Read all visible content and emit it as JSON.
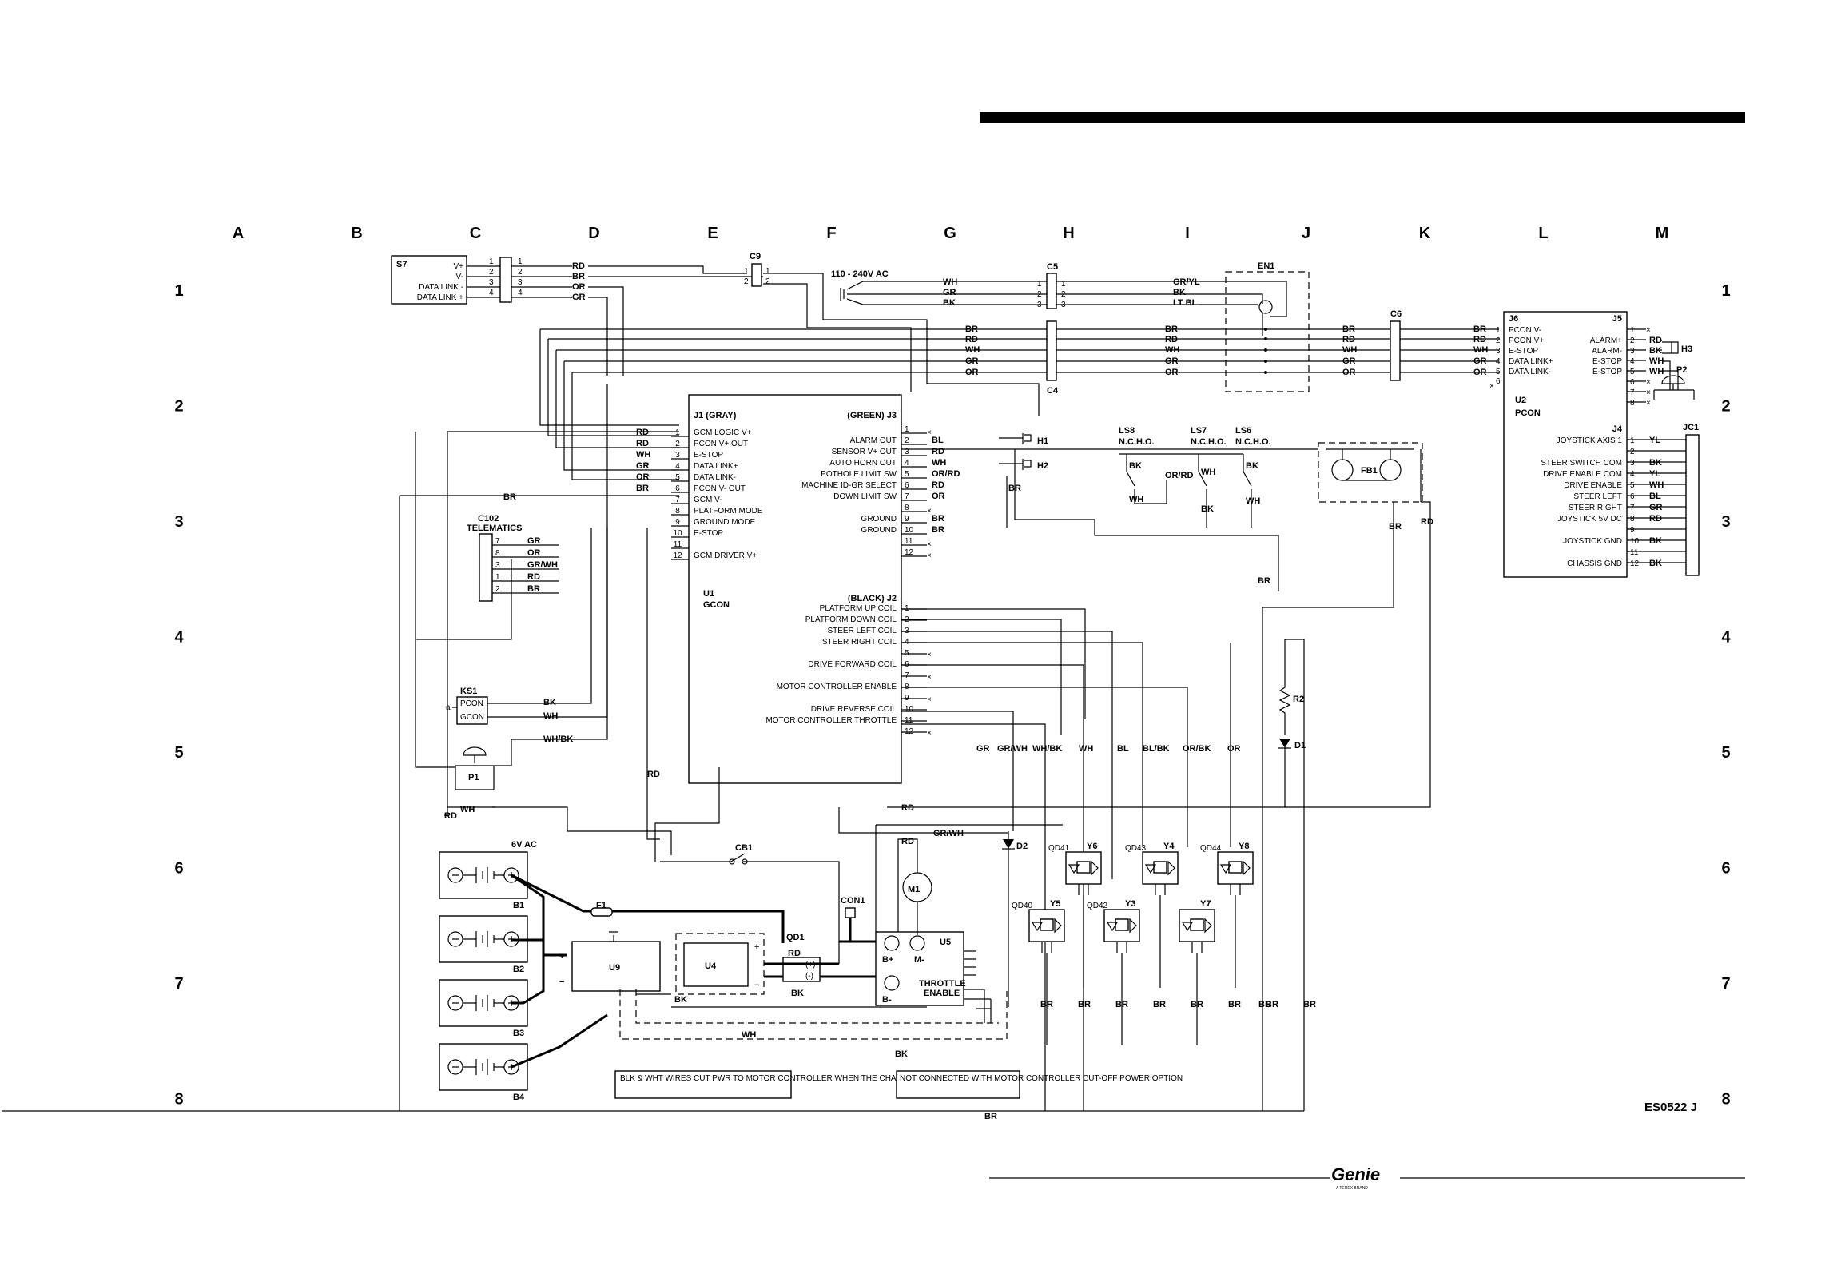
{
  "columns": [
    "A",
    "B",
    "C",
    "D",
    "E",
    "F",
    "G",
    "H",
    "I",
    "J",
    "K",
    "L",
    "M"
  ],
  "rows": [
    "1",
    "2",
    "3",
    "4",
    "5",
    "6",
    "7",
    "8"
  ],
  "drawing_number": "ES0522 J",
  "brand": {
    "name": "Genie",
    "tagline": "A TEREX BRAND"
  },
  "s7": {
    "id": "S7",
    "pins": [
      "V+",
      "V-",
      "DATA LINK -",
      "DATA LINK +"
    ]
  },
  "s7_wires": [
    "RD",
    "BR",
    "OR",
    "GR"
  ],
  "c9": {
    "id": "C9"
  },
  "ac_input": {
    "label": "110 - 240V AC",
    "wires": [
      "WH",
      "GR",
      "BK"
    ]
  },
  "c5": {
    "id": "C5"
  },
  "c5_wires_out": [
    "GR/YL",
    "BK",
    "LT BL"
  ],
  "en1": {
    "id": "EN1"
  },
  "c4": {
    "id": "C4"
  },
  "c6": {
    "id": "C6"
  },
  "bus_wires": [
    "BR",
    "RD",
    "WH",
    "GR",
    "OR"
  ],
  "u1": {
    "id": "U1",
    "name": "GCON",
    "j1": {
      "label": "J1 (GRAY)",
      "pins": [
        "GCM LOGIC V+",
        "PCON V+ OUT",
        "E-STOP",
        "DATA LINK+",
        "DATA LINK-",
        "PCON V- OUT",
        "GCM V-",
        "PLATFORM MODE",
        "GROUND MODE",
        "E-STOP",
        "",
        "GCM DRIVER V+"
      ],
      "wires": [
        "RD",
        "RD",
        "WH",
        "GR",
        "OR",
        "BR",
        "",
        "",
        "",
        "",
        "",
        ""
      ]
    },
    "j3": {
      "label": "(GREEN) J3",
      "pins": [
        "",
        "ALARM OUT",
        "SENSOR V+ OUT",
        "AUTO HORN OUT",
        "POTHOLE LIMIT SW",
        "MACHINE ID-GR SELECT",
        "DOWN LIMIT SW",
        "",
        "GROUND",
        "GROUND",
        "",
        ""
      ],
      "wires": [
        "",
        "BL",
        "RD",
        "WH",
        "OR/RD",
        "RD",
        "OR",
        "",
        "BR",
        "BR",
        "",
        ""
      ]
    },
    "j2": {
      "label": "(BLACK) J2",
      "pins": [
        "PLATFORM UP COIL",
        "PLATFORM DOWN COIL",
        "STEER LEFT COIL",
        "STEER RIGHT COIL",
        "",
        "DRIVE FORWARD COIL",
        "",
        "MOTOR CONTROLLER ENABLE",
        "",
        "DRIVE REVERSE COIL",
        "MOTOR CONTROLLER THROTTLE",
        ""
      ]
    }
  },
  "c102": {
    "id": "C102",
    "name": "TELEMATICS",
    "pins": [
      "7",
      "8",
      "3",
      "1",
      "2"
    ],
    "wires": [
      "GR",
      "OR",
      "GR/WH",
      "RD",
      "BR"
    ]
  },
  "ks1": {
    "id": "KS1",
    "pins": [
      "PCON",
      "GCON"
    ],
    "pin_a": "a",
    "wires": [
      "BK",
      "WH"
    ]
  },
  "p1": {
    "id": "P1",
    "wire": "WH/BK"
  },
  "h1": {
    "id": "H1"
  },
  "h2": {
    "id": "H2"
  },
  "ls8": {
    "id": "LS8",
    "type": "N.C.H.O."
  },
  "ls7": {
    "id": "LS7",
    "type": "N.C.H.O."
  },
  "ls6": {
    "id": "LS6",
    "type": "N.C.H.O."
  },
  "fb1": {
    "id": "FB1"
  },
  "u2": {
    "id": "U2",
    "name": "PCON",
    "j6": {
      "label": "J6",
      "pins": [
        "PCON V-",
        "PCON V+",
        "E-STOP",
        "DATA LINK+",
        "DATA LINK-"
      ]
    },
    "j5": {
      "label": "J5",
      "pins": [
        "",
        "ALARM+",
        "ALARM-",
        "E-STOP",
        "E-STOP",
        "",
        "",
        ""
      ],
      "wires": [
        "",
        "RD",
        "BK",
        "WH",
        "WH",
        "",
        "",
        ""
      ]
    },
    "j4": {
      "label": "J4",
      "pins": [
        "JOYSTICK AXIS 1",
        "",
        "STEER SWITCH COM",
        "DRIVE ENABLE COM",
        "DRIVE ENABLE",
        "STEER LEFT",
        "STEER RIGHT",
        "JOYSTICK 5V DC",
        "",
        "JOYSTICK GND",
        "",
        "CHASSIS GND"
      ],
      "wires": [
        "YL",
        "",
        "BK",
        "YL",
        "WH",
        "BL",
        "GR",
        "RD",
        "",
        "BK",
        "",
        "BK"
      ]
    }
  },
  "jc1": {
    "id": "JC1"
  },
  "h3": {
    "id": "H3"
  },
  "p2": {
    "id": "P2"
  },
  "r2": {
    "id": "R2"
  },
  "d1": {
    "id": "D1"
  },
  "d2": {
    "id": "D2"
  },
  "cb1": {
    "id": "CB1"
  },
  "f1": {
    "id": "F1"
  },
  "batteries": {
    "label": "6V AC",
    "ids": [
      "B1",
      "B2",
      "B3",
      "B4"
    ]
  },
  "u9": {
    "id": "U9"
  },
  "u4": {
    "id": "U4"
  },
  "qd1": {
    "id": "QD1"
  },
  "con1": {
    "id": "CON1"
  },
  "m1": {
    "id": "M1"
  },
  "u5": {
    "id": "U5",
    "terminals": [
      "B+",
      "M-",
      "B-"
    ],
    "label1": "THROTTLE",
    "label2": "ENABLE"
  },
  "valve_wires": [
    "GR",
    "GR/WH",
    "WH/BK",
    "WH",
    "BL",
    "BL/BK",
    "OR/BK",
    "OR"
  ],
  "valves": [
    {
      "qd": "QD41",
      "y": "Y6"
    },
    {
      "qd": "QD43",
      "y": "Y4"
    },
    {
      "qd": "QD44",
      "y": "Y8"
    },
    {
      "qd": "QD40",
      "y": "Y5"
    },
    {
      "qd": "QD42",
      "y": "Y3"
    },
    {
      "qd": "",
      "y": "Y7"
    }
  ],
  "misc_wires": {
    "br": "BR",
    "rd": "RD",
    "wh": "WH",
    "bk": "BK",
    "grwh": "GR/WH",
    "orrd": "OR/RD"
  },
  "notes": {
    "blk_wht": "BLK & WHT WIRES CUT PWR TO MOTOR CONTROLLER WHEN THE CHARGER IS PLUGGED IN (OPTION)",
    "not_connected": "NOT CONNECTED WITH MOTOR CONTROLLER CUT-OFF POWER OPTION"
  }
}
